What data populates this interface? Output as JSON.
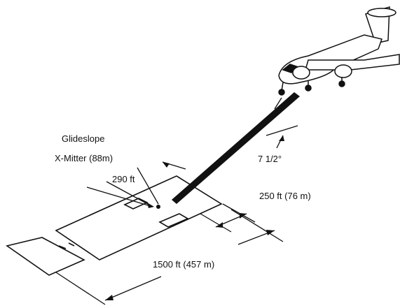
{
  "labels": {
    "glideslope_line1": "Glideslope",
    "glideslope_line2": "X-Mitter (88m)",
    "offset": "290 ft",
    "angle": "7 1/2°",
    "width": "250 ft (76 m)",
    "length": "1500 ft (457 m)"
  },
  "colors": {
    "ink": "#111111",
    "background": "#ffffff"
  }
}
